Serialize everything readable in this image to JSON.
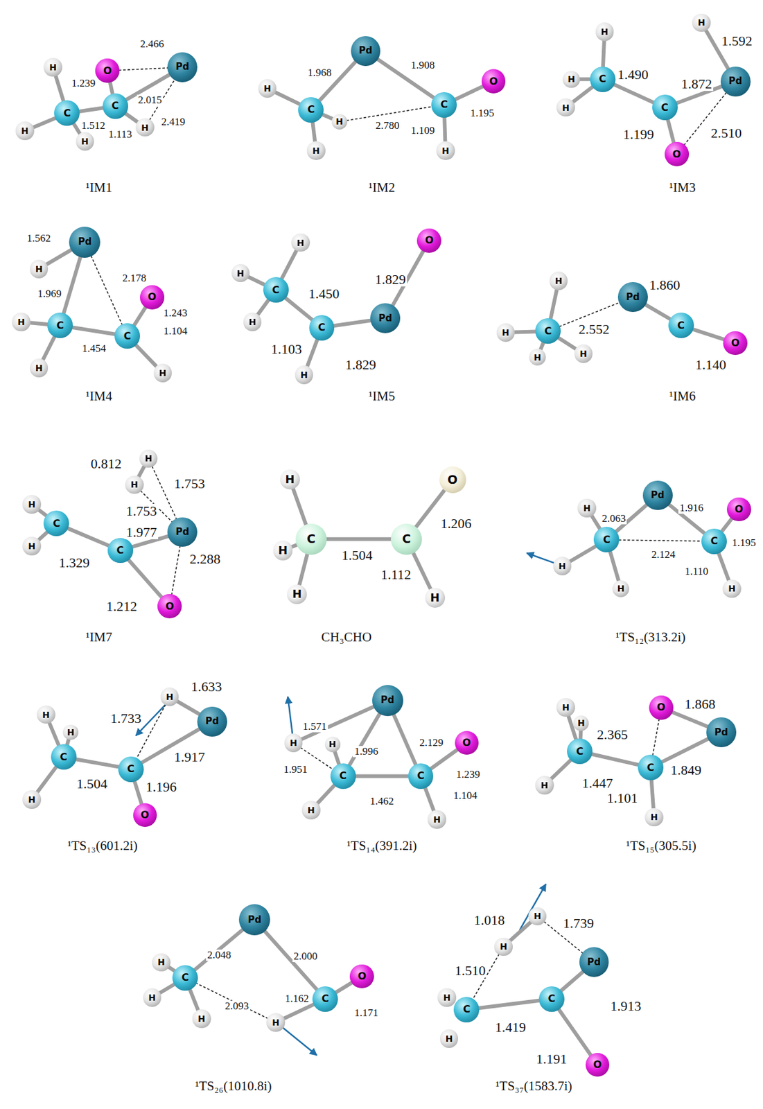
{
  "diagram": {
    "nodes": [
      {
        "text": [
          "O"
        ]
      },
      {
        "text": [
          "Pd"
        ]
      },
      {
        "text": [
          "H"
        ]
      },
      {
        "text": [
          "C"
        ]
      },
      {
        "text": [
          "C"
        ]
      },
      {
        "text": [
          "H"
        ]
      },
      {
        "text": [
          "H"
        ]
      },
      {
        "text": [
          "H"
        ]
      },
      {
        "text": [
          "Pd"
        ]
      },
      {
        "text": [
          "H"
        ]
      },
      {
        "text": [
          "H"
        ]
      },
      {
        "text": [
          "C"
        ]
      },
      {
        "text": [
          "H"
        ]
      },
      {
        "text": [
          "C"
        ]
      },
      {
        "text": [
          "O"
        ]
      },
      {
        "text": [
          "H"
        ]
      },
      {
        "text": [
          "H"
        ]
      },
      {
        "text": [
          "H"
        ]
      },
      {
        "text": [
          "C"
        ]
      },
      {
        "text": [
          "H"
        ]
      },
      {
        "text": [
          "C"
        ]
      },
      {
        "text": [
          "Pd"
        ]
      },
      {
        "text": [
          "H"
        ]
      },
      {
        "text": [
          "O"
        ]
      },
      {
        "text": [
          "Pd"
        ]
      },
      {
        "text": [
          "H"
        ]
      },
      {
        "text": [
          "C"
        ]
      },
      {
        "text": [
          "O"
        ]
      },
      {
        "text": [
          "C"
        ]
      },
      {
        "text": [
          "H"
        ]
      },
      {
        "text": [
          "H"
        ]
      },
      {
        "text": [
          "H"
        ]
      },
      {
        "text": [
          "H"
        ]
      },
      {
        "text": [
          "H"
        ]
      },
      {
        "text": [
          "C"
        ]
      },
      {
        "text": [
          "H"
        ]
      },
      {
        "text": [
          "C"
        ]
      },
      {
        "text": [
          "H"
        ]
      },
      {
        "text": [
          "Pd"
        ]
      },
      {
        "text": [
          "O"
        ]
      },
      {
        "text": [
          "H"
        ]
      },
      {
        "text": [
          "H"
        ]
      },
      {
        "text": [
          "C"
        ]
      },
      {
        "text": [
          "H"
        ]
      },
      {
        "text": [
          "H"
        ]
      },
      {
        "text": [
          "Pd"
        ]
      },
      {
        "text": [
          "C"
        ]
      },
      {
        "text": [
          "O"
        ]
      },
      {
        "text": [
          "H"
        ]
      },
      {
        "text": [
          "H"
        ]
      },
      {
        "text": [
          "H"
        ]
      },
      {
        "text": [
          "C"
        ]
      },
      {
        "text": [
          "H"
        ]
      },
      {
        "text": [
          "C"
        ]
      },
      {
        "text": [
          "Pd"
        ]
      },
      {
        "text": [
          "O"
        ]
      },
      {
        "text": [
          "H"
        ]
      },
      {
        "text": [
          "H"
        ]
      },
      {
        "text": [
          "H"
        ]
      },
      {
        "text": [
          "C"
        ]
      },
      {
        "text": [
          "C"
        ]
      },
      {
        "text": [
          "O"
        ]
      },
      {
        "text": [
          "H"
        ]
      },
      {
        "text": [
          "H"
        ]
      },
      {
        "text": [
          "H"
        ]
      },
      {
        "text": [
          "C"
        ]
      },
      {
        "text": [
          "H"
        ]
      },
      {
        "text": [
          "Pd"
        ]
      },
      {
        "text": [
          "C"
        ]
      },
      {
        "text": [
          "O"
        ]
      },
      {
        "text": [
          "H"
        ]
      },
      {
        "text": [
          "H"
        ]
      },
      {
        "text": [
          "H"
        ]
      },
      {
        "text": [
          "C"
        ]
      },
      {
        "text": [
          "H"
        ]
      },
      {
        "text": [
          "C"
        ]
      },
      {
        "text": [
          "H"
        ]
      },
      {
        "text": [
          "Pd"
        ]
      },
      {
        "text": [
          "O"
        ]
      },
      {
        "text": [
          "Pd"
        ]
      },
      {
        "text": [
          "H"
        ]
      },
      {
        "text": [
          "H"
        ]
      },
      {
        "text": [
          "C"
        ]
      },
      {
        "text": [
          "H"
        ]
      },
      {
        "text": [
          "C"
        ]
      },
      {
        "text": [
          "O"
        ]
      },
      {
        "text": [
          "H"
        ]
      },
      {
        "text": [
          "H"
        ]
      },
      {
        "text": [
          "H"
        ]
      },
      {
        "text": [
          "C"
        ]
      },
      {
        "text": [
          "H"
        ]
      },
      {
        "text": [
          "O"
        ]
      },
      {
        "text": [
          "C"
        ]
      },
      {
        "text": [
          "Pd"
        ]
      },
      {
        "text": [
          "H"
        ]
      },
      {
        "text": [
          "Pd"
        ]
      },
      {
        "text": [
          "H"
        ]
      },
      {
        "text": [
          "C"
        ]
      },
      {
        "text": [
          "H"
        ]
      },
      {
        "text": [
          "H"
        ]
      },
      {
        "text": [
          "H"
        ]
      },
      {
        "text": [
          "C"
        ]
      },
      {
        "text": [
          "O"
        ]
      },
      {
        "text": [
          "H"
        ]
      },
      {
        "text": [
          "H"
        ]
      },
      {
        "text": [
          "H"
        ]
      },
      {
        "text": [
          "C"
        ]
      },
      {
        "text": [
          "H"
        ]
      },
      {
        "text": [
          "Pd"
        ]
      },
      {
        "text": [
          "C"
        ]
      },
      {
        "text": [
          "O"
        ]
      }
    ],
    "edges": [
      {
        "from": 4,
        "to": 0,
        "arrow": "none"
      },
      {
        "from": 0,
        "to": 1,
        "arrow": "none"
      },
      {
        "from": 4,
        "to": 1,
        "arrow": "none"
      },
      {
        "from": 3,
        "to": 4,
        "arrow": "none"
      },
      {
        "from": 3,
        "to": 2,
        "arrow": "none"
      },
      {
        "from": 3,
        "to": 5,
        "arrow": "none"
      },
      {
        "from": 3,
        "to": 6,
        "arrow": "none"
      },
      {
        "from": 4,
        "to": 7,
        "arrow": "none"
      },
      {
        "from": 7,
        "to": 1,
        "arrow": "none"
      },
      {
        "from": 8,
        "to": 11,
        "arrow": "none"
      },
      {
        "from": 8,
        "to": 13,
        "arrow": "none"
      },
      {
        "from": 13,
        "to": 14,
        "arrow": "none"
      },
      {
        "from": 13,
        "to": 15,
        "arrow": "none"
      },
      {
        "from": 11,
        "to": 9,
        "arrow": "none"
      },
      {
        "from": 11,
        "to": 10,
        "arrow": "none"
      },
      {
        "from": 11,
        "to": 12,
        "arrow": "none"
      },
      {
        "from": 10,
        "to": 13,
        "arrow": "none"
      },
      {
        "from": 18,
        "to": 16,
        "arrow": "none"
      },
      {
        "from": 18,
        "to": 17,
        "arrow": "none"
      },
      {
        "from": 18,
        "to": 19,
        "arrow": "none"
      },
      {
        "from": 18,
        "to": 20,
        "arrow": "none"
      },
      {
        "from": 20,
        "to": 21,
        "arrow": "none"
      },
      {
        "from": 21,
        "to": 22,
        "arrow": "none"
      },
      {
        "from": 20,
        "to": 23,
        "arrow": "none"
      },
      {
        "from": 23,
        "to": 21,
        "arrow": "none"
      },
      {
        "from": 24,
        "to": 25,
        "arrow": "none"
      },
      {
        "from": 24,
        "to": 26,
        "arrow": "none"
      },
      {
        "from": 24,
        "to": 28,
        "arrow": "none"
      },
      {
        "from": 28,
        "to": 27,
        "arrow": "none"
      },
      {
        "from": 26,
        "to": 28,
        "arrow": "none"
      },
      {
        "from": 28,
        "to": 31,
        "arrow": "none"
      },
      {
        "from": 26,
        "to": 29,
        "arrow": "none"
      },
      {
        "from": 26,
        "to": 30,
        "arrow": "none"
      },
      {
        "from": 34,
        "to": 32,
        "arrow": "none"
      },
      {
        "from": 34,
        "to": 33,
        "arrow": "none"
      },
      {
        "from": 34,
        "to": 35,
        "arrow": "none"
      },
      {
        "from": 34,
        "to": 36,
        "arrow": "none"
      },
      {
        "from": 36,
        "to": 37,
        "arrow": "none"
      },
      {
        "from": 36,
        "to": 38,
        "arrow": "none"
      },
      {
        "from": 38,
        "to": 39,
        "arrow": "none"
      },
      {
        "from": 42,
        "to": 40,
        "arrow": "none"
      },
      {
        "from": 42,
        "to": 41,
        "arrow": "none"
      },
      {
        "from": 42,
        "to": 43,
        "arrow": "none"
      },
      {
        "from": 42,
        "to": 44,
        "arrow": "none"
      },
      {
        "from": 42,
        "to": 45,
        "arrow": "none"
      },
      {
        "from": 45,
        "to": 46,
        "arrow": "none"
      },
      {
        "from": 46,
        "to": 47,
        "arrow": "none"
      },
      {
        "from": 48,
        "to": 49,
        "arrow": "none"
      },
      {
        "from": 48,
        "to": 54,
        "arrow": "none"
      },
      {
        "from": 49,
        "to": 54,
        "arrow": "none"
      },
      {
        "from": 53,
        "to": 54,
        "arrow": "none"
      },
      {
        "from": 51,
        "to": 53,
        "arrow": "none"
      },
      {
        "from": 51,
        "to": 50,
        "arrow": "none"
      },
      {
        "from": 51,
        "to": 52,
        "arrow": "none"
      },
      {
        "from": 53,
        "to": 55,
        "arrow": "none"
      },
      {
        "from": 55,
        "to": 54,
        "arrow": "none"
      },
      {
        "from": 59,
        "to": 56,
        "arrow": "none"
      },
      {
        "from": 59,
        "to": 57,
        "arrow": "none"
      },
      {
        "from": 59,
        "to": 58,
        "arrow": "none"
      },
      {
        "from": 59,
        "to": 60,
        "arrow": "none"
      },
      {
        "from": 60,
        "to": 61,
        "arrow": "none"
      },
      {
        "from": 60,
        "to": 62,
        "arrow": "none"
      },
      {
        "from": 65,
        "to": 63,
        "arrow": "none"
      },
      {
        "from": 65,
        "to": 64,
        "arrow": "none"
      },
      {
        "from": 65,
        "to": 66,
        "arrow": "none"
      },
      {
        "from": 65,
        "to": 67,
        "arrow": "none"
      },
      {
        "from": 67,
        "to": 68,
        "arrow": "none"
      },
      {
        "from": 68,
        "to": 69,
        "arrow": "none"
      },
      {
        "from": 68,
        "to": 70,
        "arrow": "none"
      },
      {
        "from": 65,
        "to": 68,
        "arrow": "none"
      },
      {
        "from": 73,
        "to": 71,
        "arrow": "none"
      },
      {
        "from": 73,
        "to": 72,
        "arrow": "none"
      },
      {
        "from": 73,
        "to": 74,
        "arrow": "none"
      },
      {
        "from": 73,
        "to": 75,
        "arrow": "none"
      },
      {
        "from": 75,
        "to": 77,
        "arrow": "none"
      },
      {
        "from": 77,
        "to": 76,
        "arrow": "none"
      },
      {
        "from": 76,
        "to": 75,
        "arrow": "none"
      },
      {
        "from": 75,
        "to": 78,
        "arrow": "none"
      },
      {
        "from": 79,
        "to": 80,
        "arrow": "none"
      },
      {
        "from": 79,
        "to": 82,
        "arrow": "none"
      },
      {
        "from": 79,
        "to": 84,
        "arrow": "none"
      },
      {
        "from": 84,
        "to": 85,
        "arrow": "none"
      },
      {
        "from": 82,
        "to": 84,
        "arrow": "none"
      },
      {
        "from": 82,
        "to": 81,
        "arrow": "none"
      },
      {
        "from": 82,
        "to": 83,
        "arrow": "none"
      },
      {
        "from": 84,
        "to": 86,
        "arrow": "none"
      },
      {
        "from": 80,
        "to": 82,
        "arrow": "none"
      },
      {
        "from": 89,
        "to": 87,
        "arrow": "none"
      },
      {
        "from": 89,
        "to": 88,
        "arrow": "none"
      },
      {
        "from": 89,
        "to": 90,
        "arrow": "none"
      },
      {
        "from": 89,
        "to": 92,
        "arrow": "none"
      },
      {
        "from": 92,
        "to": 93,
        "arrow": "none"
      },
      {
        "from": 93,
        "to": 91,
        "arrow": "none"
      },
      {
        "from": 91,
        "to": 92,
        "arrow": "none"
      },
      {
        "from": 92,
        "to": 94,
        "arrow": "none"
      },
      {
        "from": 97,
        "to": 96,
        "arrow": "none"
      },
      {
        "from": 97,
        "to": 98,
        "arrow": "none"
      },
      {
        "from": 97,
        "to": 99,
        "arrow": "none"
      },
      {
        "from": 95,
        "to": 97,
        "arrow": "none"
      },
      {
        "from": 95,
        "to": 101,
        "arrow": "none"
      },
      {
        "from": 101,
        "to": 102,
        "arrow": "none"
      },
      {
        "from": 101,
        "to": 100,
        "arrow": "none"
      },
      {
        "from": 100,
        "to": 97,
        "arrow": "none"
      },
      {
        "from": 103,
        "to": 104,
        "arrow": "none"
      },
      {
        "from": 104,
        "to": 106,
        "arrow": "none"
      },
      {
        "from": 103,
        "to": 108,
        "arrow": "none"
      },
      {
        "from": 108,
        "to": 109,
        "arrow": "none"
      },
      {
        "from": 106,
        "to": 109,
        "arrow": "none"
      },
      {
        "from": 109,
        "to": 110,
        "arrow": "none"
      }
    ],
    "labels": [
      "2.466",
      "1.239",
      "2.015",
      "1.512",
      "1.113",
      "2.419",
      "¹IM1",
      "1.968",
      "1.908",
      "2.780",
      "1.195",
      "1.109",
      "¹IM2",
      "1.490",
      "1.872",
      "1.592",
      "1.199",
      "2.510",
      "¹IM3",
      "1.562",
      "2.178",
      "1.969",
      "1.243",
      "1.454",
      "1.104",
      "¹IM4",
      "1.450",
      "1.829",
      "1.103",
      "1.829",
      "¹IM5",
      "1.860",
      "2.552",
      "1.140",
      "¹IM6",
      "0.812",
      "1.753",
      "1.753",
      "1.977",
      "1.329",
      "1.212",
      "2.288",
      "¹IM7",
      "1.504",
      "1.206",
      "1.112",
      "CH₃CHO",
      "2.063",
      "1.916",
      "1.195",
      "2.124",
      "1.110",
      "¹TS₁₂(313.2i)",
      "1.633",
      "1.733",
      "1.917",
      "1.504",
      "1.196",
      "¹TS₁₃(601.2i)",
      "1.571",
      "2.129",
      "1.996",
      "1.951",
      "1.239",
      "1.462",
      "1.104",
      "¹TS₁₄(391.2i)",
      "1.868",
      "2.365",
      "1.447",
      "1.849",
      "1.101",
      "¹TS₁₅(305.5i)",
      "2.048",
      "2.000",
      "1.162",
      "2.093",
      "1.171",
      "¹TS₂₆(1010.8i)",
      "1.018",
      "1.739",
      "1.510",
      "1.913",
      "1.419",
      "1.191",
      "¹TS₃₇(1583.7i)"
    ]
  }
}
